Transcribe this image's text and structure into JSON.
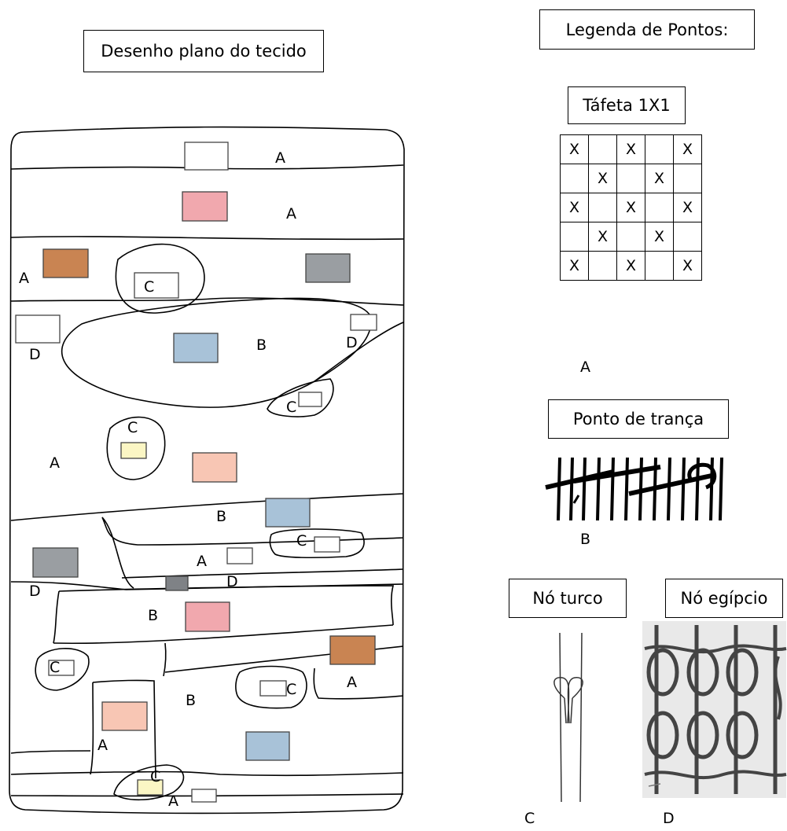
{
  "diagram": {
    "title": "Desenho plano do tecido",
    "legend_title": "Legenda de Pontos:",
    "colors": {
      "pink": "#f1a8ae",
      "brown": "#c98452",
      "gray": "#9a9ea2",
      "blue": "#a8c2d8",
      "peach": "#f8c6b4",
      "yellow": "#fbf6c4",
      "white": "#ffffff",
      "darkgray": "#7f8286"
    },
    "fabric_labels": [
      "A",
      "A",
      "A",
      "C",
      "B",
      "D",
      "D",
      "C",
      "C",
      "A",
      "B",
      "C",
      "A",
      "D",
      "D",
      "B",
      "C",
      "A",
      "C",
      "B",
      "A",
      "C",
      "A"
    ],
    "legend": {
      "a": {
        "title": "Táfeta 1X1",
        "letter": "A",
        "grid": [
          [
            "X",
            "",
            "X",
            "",
            "X"
          ],
          [
            "",
            "X",
            "",
            "X",
            ""
          ],
          [
            "X",
            "",
            "X",
            "",
            "X"
          ],
          [
            "",
            "X",
            "",
            "X",
            ""
          ],
          [
            "X",
            "",
            "X",
            "",
            "X"
          ]
        ]
      },
      "b": {
        "title": "Ponto de trança",
        "letter": "B"
      },
      "c": {
        "title": "Nó turco",
        "letter": "C"
      },
      "d": {
        "title": "Nó egípcio",
        "letter": "D"
      }
    }
  }
}
